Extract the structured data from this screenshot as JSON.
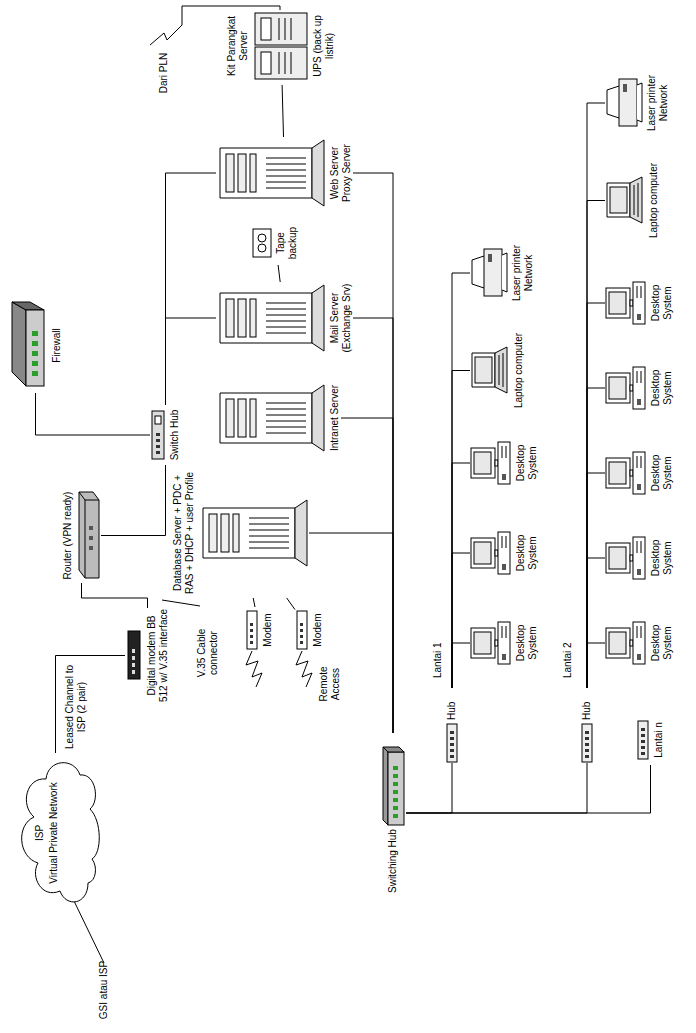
{
  "diagram": {
    "nodes": [
      {
        "text": [
          "ISP",
          "Virtual Private Network"
        ]
      },
      {
        "text": [
          "Digital modem BB 512 w/ V.35 interface"
        ]
      },
      {
        "text": [
          "Router (VPN ready)"
        ]
      },
      {
        "text": [
          "Firewall"
        ]
      },
      {
        "text": [
          "Switch Hub"
        ]
      },
      {
        "text": [
          "Kit Parangkat Server",
          "UPS (back up listrik)"
        ]
      },
      {
        "text": [
          "Web Server Proxy Server"
        ]
      },
      {
        "text": [
          "Mail Server (Exchange Srv)"
        ]
      },
      {
        "text": [
          "Tape backup"
        ]
      },
      {
        "text": [
          "Intranet Server"
        ]
      },
      {
        "text": [
          "Database Server + PDC + RAS + DHCP + user Profile"
        ]
      },
      {
        "text": [
          "Modem"
        ]
      },
      {
        "text": [
          "Modem"
        ]
      },
      {
        "text": [
          "Switching Hub"
        ]
      },
      {
        "text": [
          "Hub"
        ]
      },
      {
        "text": [
          "Desktop System"
        ]
      },
      {
        "text": [
          "Desktop System"
        ]
      },
      {
        "text": [
          "Desktop System"
        ]
      },
      {
        "text": [
          "Laptop computer"
        ]
      },
      {
        "text": [
          "Laser printer Network"
        ]
      },
      {
        "text": [
          "Hub"
        ]
      },
      {
        "text": [
          "Desktop System"
        ]
      },
      {
        "text": [
          "Desktop System"
        ]
      },
      {
        "text": [
          "Desktop System"
        ]
      },
      {
        "text": [
          "Desktop System"
        ]
      },
      {
        "text": [
          "Desktop System"
        ]
      },
      {
        "text": [
          "Laptop computer"
        ]
      },
      {
        "text": [
          "Laser printer Network"
        ]
      },
      {
        "text": [
          "Lantai n"
        ]
      }
    ],
    "edges": [
      {
        "from": 0,
        "to": 1,
        "arrow": "none"
      },
      {
        "from": 1,
        "to": 2,
        "arrow": "none"
      },
      {
        "from": 2,
        "to": 4,
        "arrow": "none"
      },
      {
        "from": 3,
        "to": 4,
        "arrow": "none"
      },
      {
        "from": 4,
        "to": 6,
        "arrow": "none"
      },
      {
        "from": 4,
        "to": 7,
        "arrow": "none"
      },
      {
        "from": 5,
        "to": 6,
        "arrow": "none"
      },
      {
        "from": 7,
        "to": 8,
        "arrow": "none"
      },
      {
        "from": 6,
        "to": 13,
        "arrow": "none"
      },
      {
        "from": 7,
        "to": 13,
        "arrow": "none"
      },
      {
        "from": 9,
        "to": 13,
        "arrow": "none"
      },
      {
        "from": 10,
        "to": 13,
        "arrow": "none"
      },
      {
        "from": 10,
        "to": 11,
        "arrow": "none"
      },
      {
        "from": 10,
        "to": 12,
        "arrow": "none"
      },
      {
        "from": 13,
        "to": 14,
        "arrow": "none"
      },
      {
        "from": 13,
        "to": 20,
        "arrow": "none"
      },
      {
        "from": 13,
        "to": 28,
        "arrow": "none"
      },
      {
        "from": 14,
        "to": 15,
        "arrow": "none"
      },
      {
        "from": 14,
        "to": 16,
        "arrow": "none"
      },
      {
        "from": 14,
        "to": 17,
        "arrow": "none"
      },
      {
        "from": 14,
        "to": 18,
        "arrow": "none"
      },
      {
        "from": 14,
        "to": 19,
        "arrow": "none"
      },
      {
        "from": 20,
        "to": 21,
        "arrow": "none"
      },
      {
        "from": 20,
        "to": 22,
        "arrow": "none"
      },
      {
        "from": 20,
        "to": 23,
        "arrow": "none"
      },
      {
        "from": 20,
        "to": 24,
        "arrow": "none"
      },
      {
        "from": 20,
        "to": 25,
        "arrow": "none"
      },
      {
        "from": 20,
        "to": 26,
        "arrow": "none"
      },
      {
        "from": 20,
        "to": 27,
        "arrow": "none"
      }
    ],
    "labels": [
      "GSI atau ISP",
      "Leased Channel to ISP (2 pair)",
      "V.35 Cable connector",
      "Dari PLN",
      "Remote Access",
      "Lantai 1",
      "Lantai 2"
    ]
  }
}
